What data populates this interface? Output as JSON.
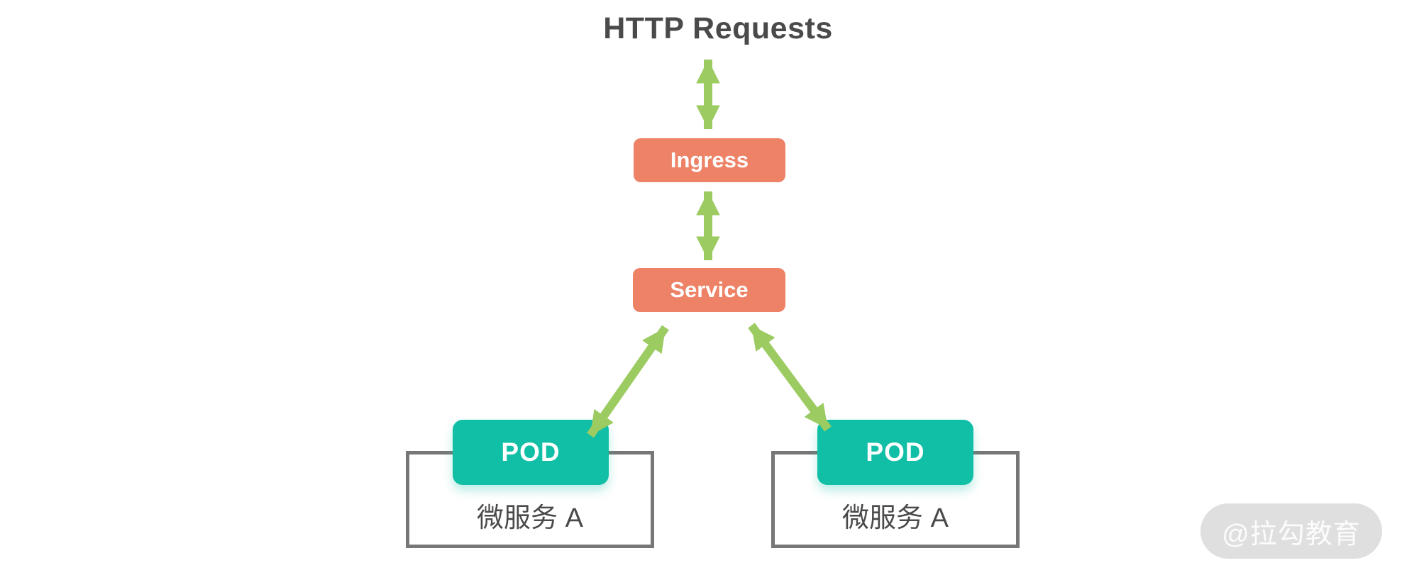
{
  "diagram": {
    "title": "HTTP Requests",
    "nodes": {
      "ingress": "Ingress",
      "service": "Service",
      "pod_left": "POD",
      "pod_right": "POD",
      "microservice_left": "微服务 A",
      "microservice_right": "微服务 A"
    },
    "edges": [
      {
        "from": "http-requests",
        "to": "ingress",
        "direction": "bidirectional"
      },
      {
        "from": "ingress",
        "to": "service",
        "direction": "bidirectional"
      },
      {
        "from": "service",
        "to": "pod_left",
        "direction": "bidirectional"
      },
      {
        "from": "service",
        "to": "pod_right",
        "direction": "bidirectional"
      }
    ],
    "colors": {
      "node_orange": "#ED8266",
      "node_teal": "#10BFA5",
      "arrow_green": "#9CCB62",
      "box_border_gray": "#777777",
      "text_dark": "#4A4A4A",
      "watermark_bg": "#DFDFDF",
      "watermark_text": "#FCFCFC",
      "background": "#FFFFFF"
    }
  },
  "watermark": {
    "text": "@拉勾教育"
  }
}
